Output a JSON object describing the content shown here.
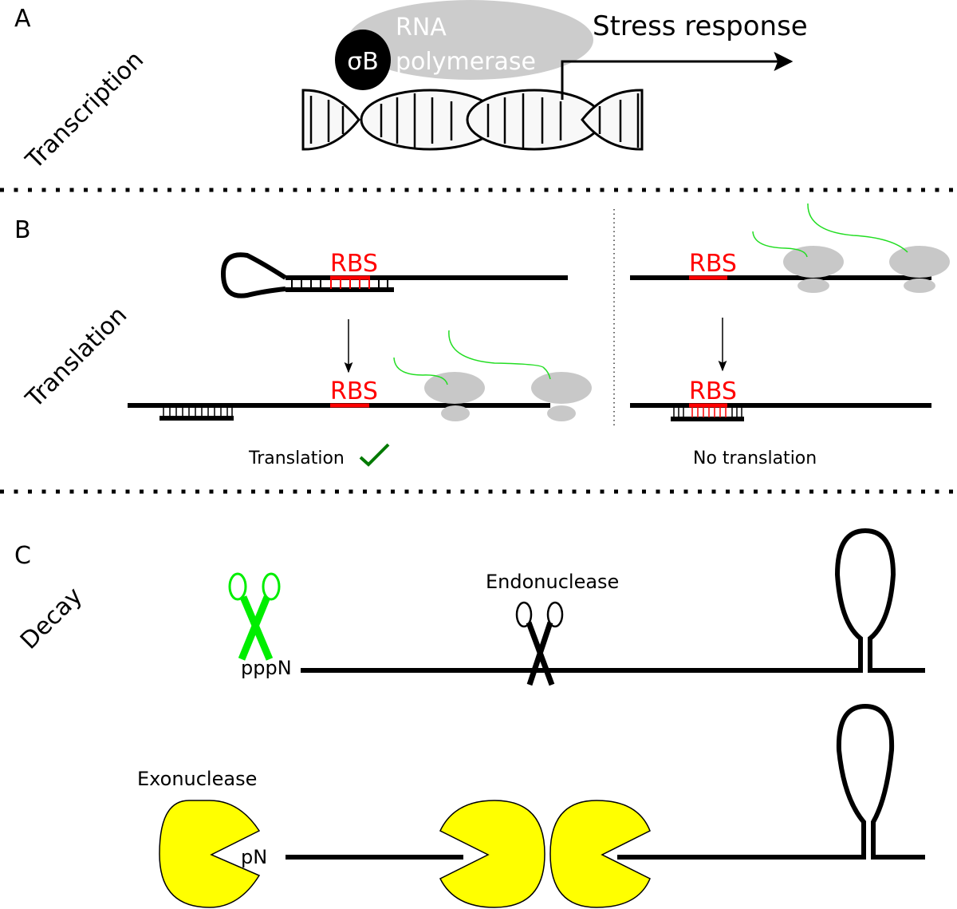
{
  "figure": {
    "panels": [
      {
        "letter": "A",
        "label": "Transcription"
      },
      {
        "letter": "B",
        "label": "Translation"
      },
      {
        "letter": "C",
        "label": "Decay"
      }
    ]
  },
  "transcription": {
    "sigma_label": "σB",
    "polymerase_line1": "RNA",
    "polymerase_line2": "polymerase",
    "arrow_label": "Stress response"
  },
  "translation": {
    "rbs_label": "RBS",
    "left_caption": "Translation",
    "right_caption": "No translation",
    "check_icon": "check-icon",
    "check_color": "#007a00"
  },
  "decay": {
    "pppn_label": "pppN",
    "endonuclease_label": "Endonuclease",
    "exonuclease_label": "Exonuclease",
    "pn_label": "pN"
  },
  "colors": {
    "rbs": "#ff0000",
    "peptide": "#22dd22",
    "ribosome": "#c8c8c8",
    "polymerase": "#cccccc",
    "rnase_e": "#00ee00",
    "exonuclease": "#ffff00"
  }
}
